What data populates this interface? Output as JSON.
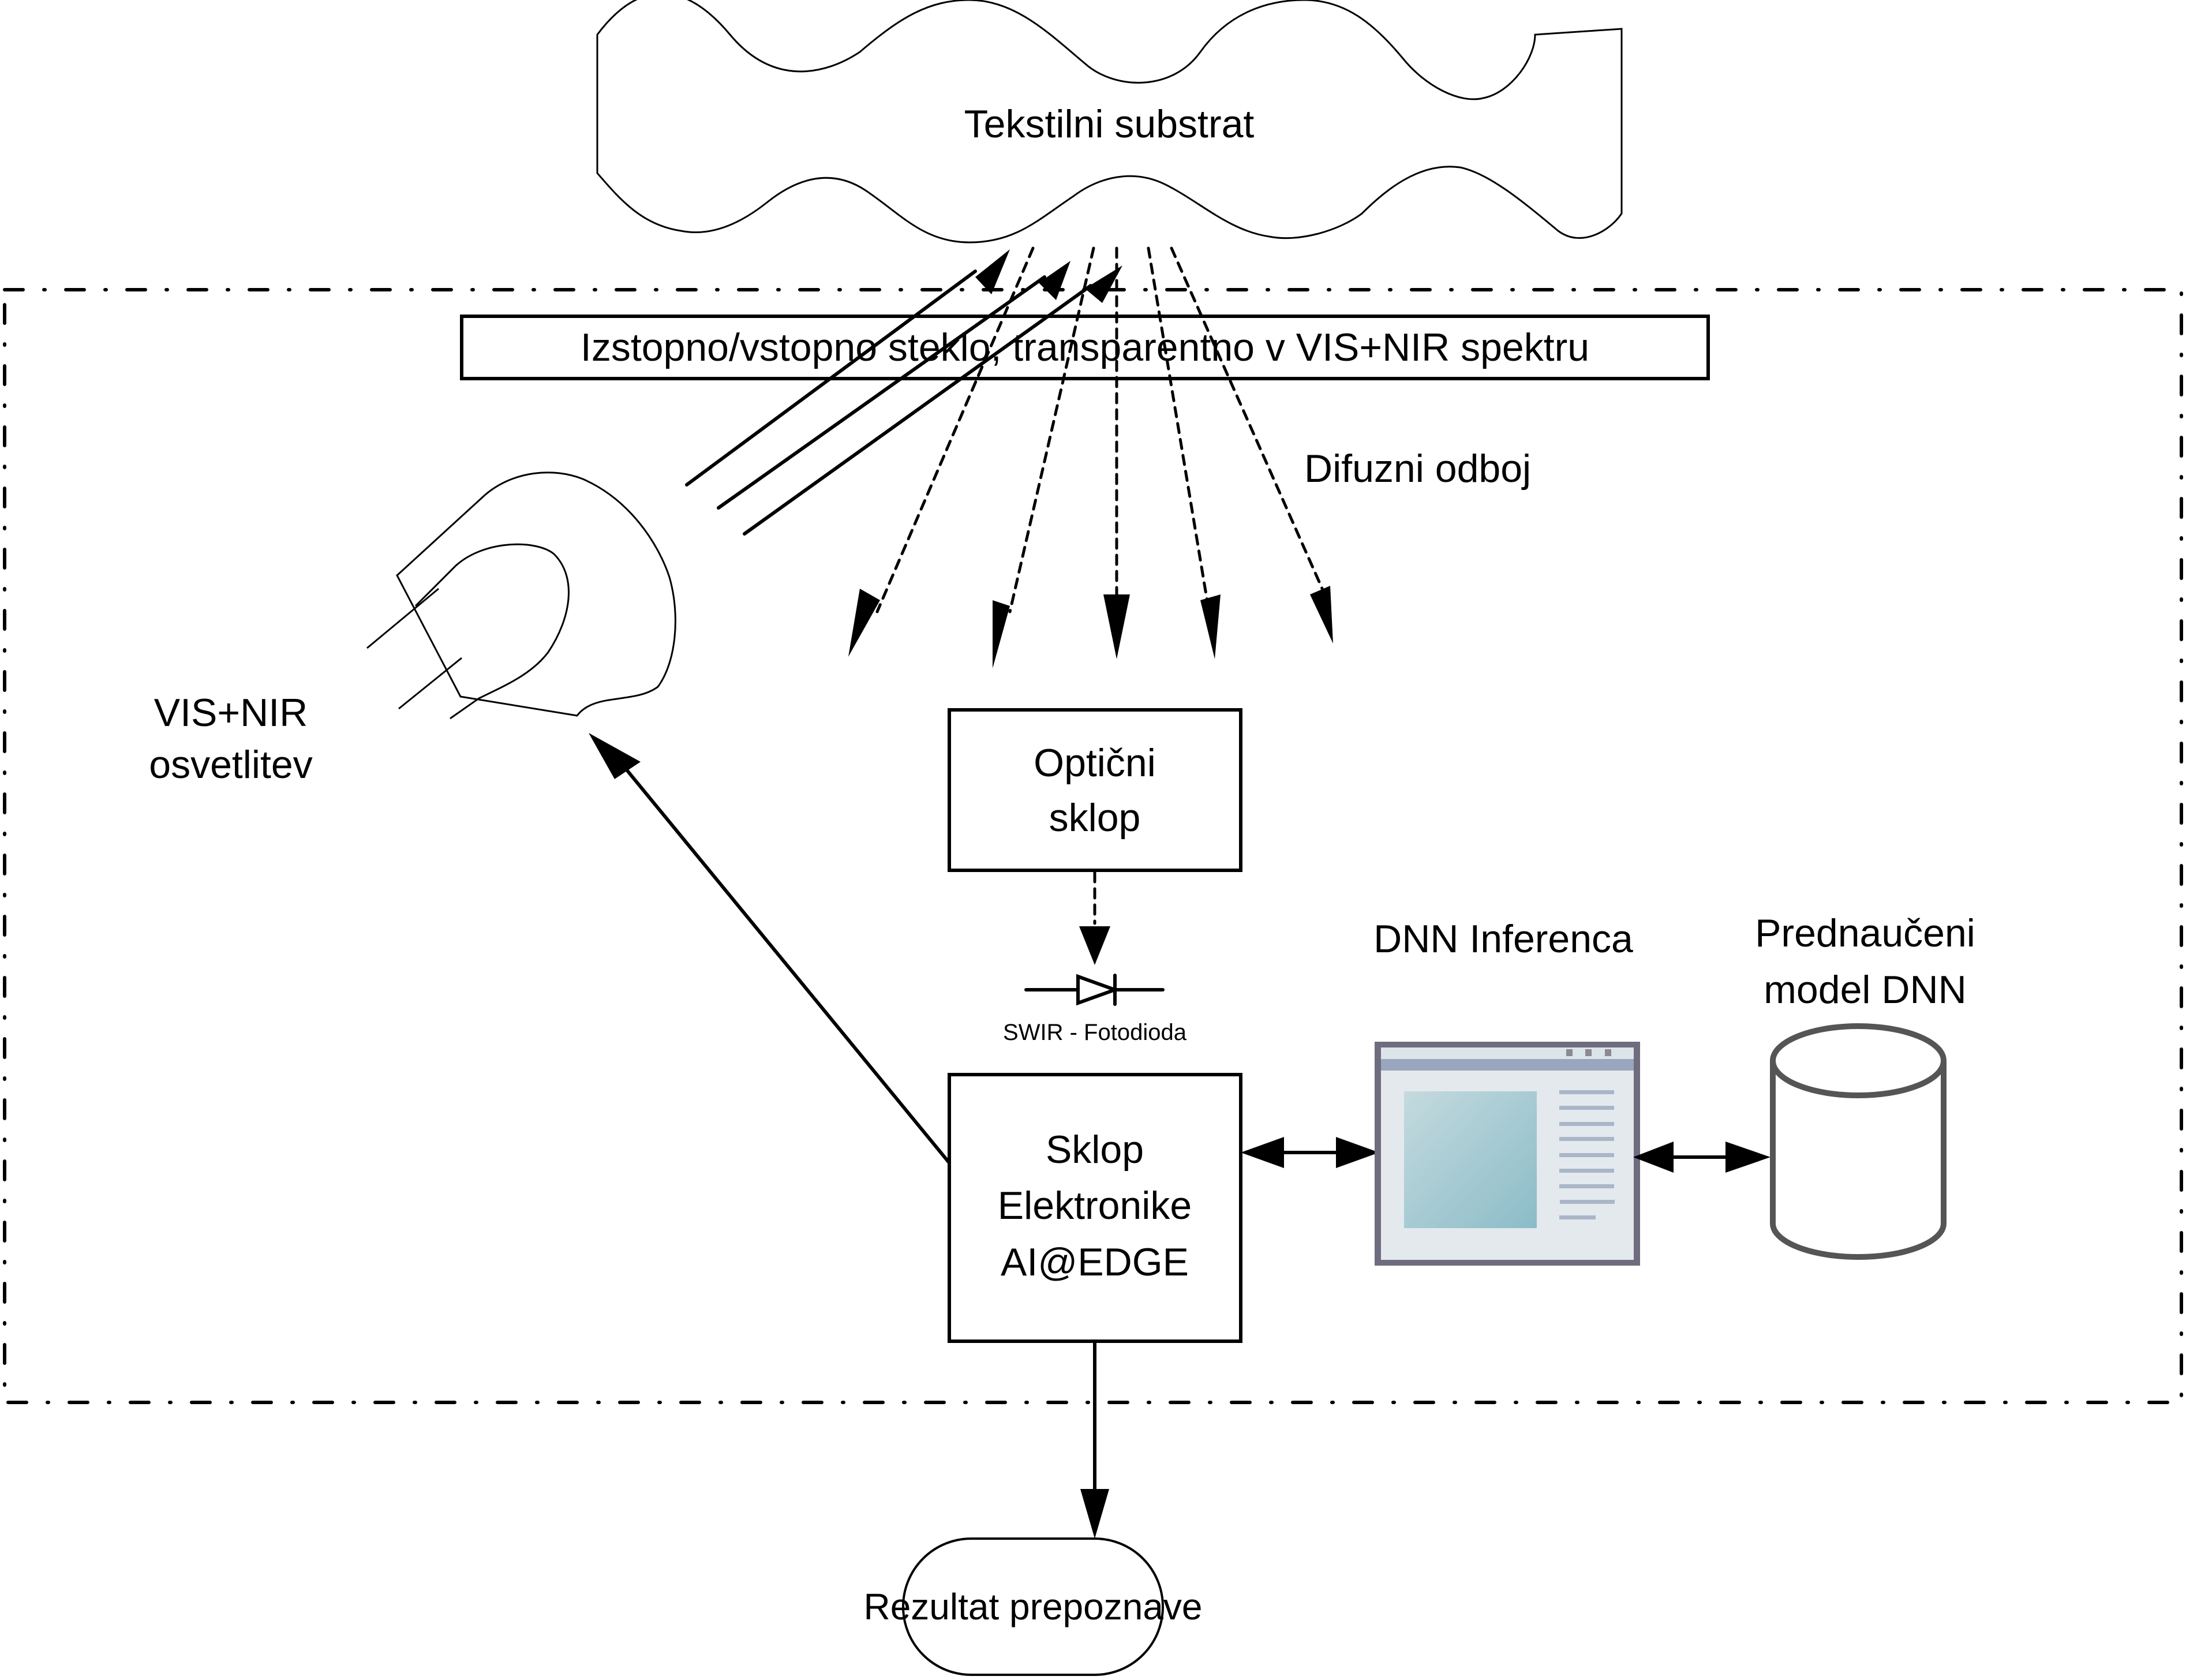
{
  "diagram": {
    "substrate": {
      "label": "Tekstilni substrat"
    },
    "glass": {
      "label": "Izstopno/vstopno steklo, transparentno v VIS+NIR spektru"
    },
    "diffuse_reflection": {
      "label": "Difuzni odboj"
    },
    "illumination": {
      "label_line1": "VIS+NIR",
      "label_line2": "osvetlitev"
    },
    "optical_assembly": {
      "label_line1": "Optični",
      "label_line2": "sklop"
    },
    "photodiode": {
      "label": "SWIR - Fotodioda"
    },
    "electronics": {
      "label_line1": "Sklop",
      "label_line2": "Elektronike",
      "label_line3": "AI@EDGE"
    },
    "inference": {
      "label": "DNN Inferenca"
    },
    "model": {
      "label_line1": "Prednaučeni",
      "label_line2": "model DNN"
    },
    "result": {
      "label": "Rezultat prepoznave"
    },
    "icons": {
      "inference_window": "application-window-icon",
      "model_store": "database-cylinder-icon",
      "photodiode_symbol": "diode-icon",
      "light_source": "lamp-icon"
    },
    "colors": {
      "window_frame": "#6e6c7e",
      "window_titlebar": "#9aa6bf",
      "window_body": "#e3e9ed",
      "window_image": "#9cc7d0",
      "window_lines": "#aab6c8",
      "cylinder_stroke": "#555555"
    }
  }
}
